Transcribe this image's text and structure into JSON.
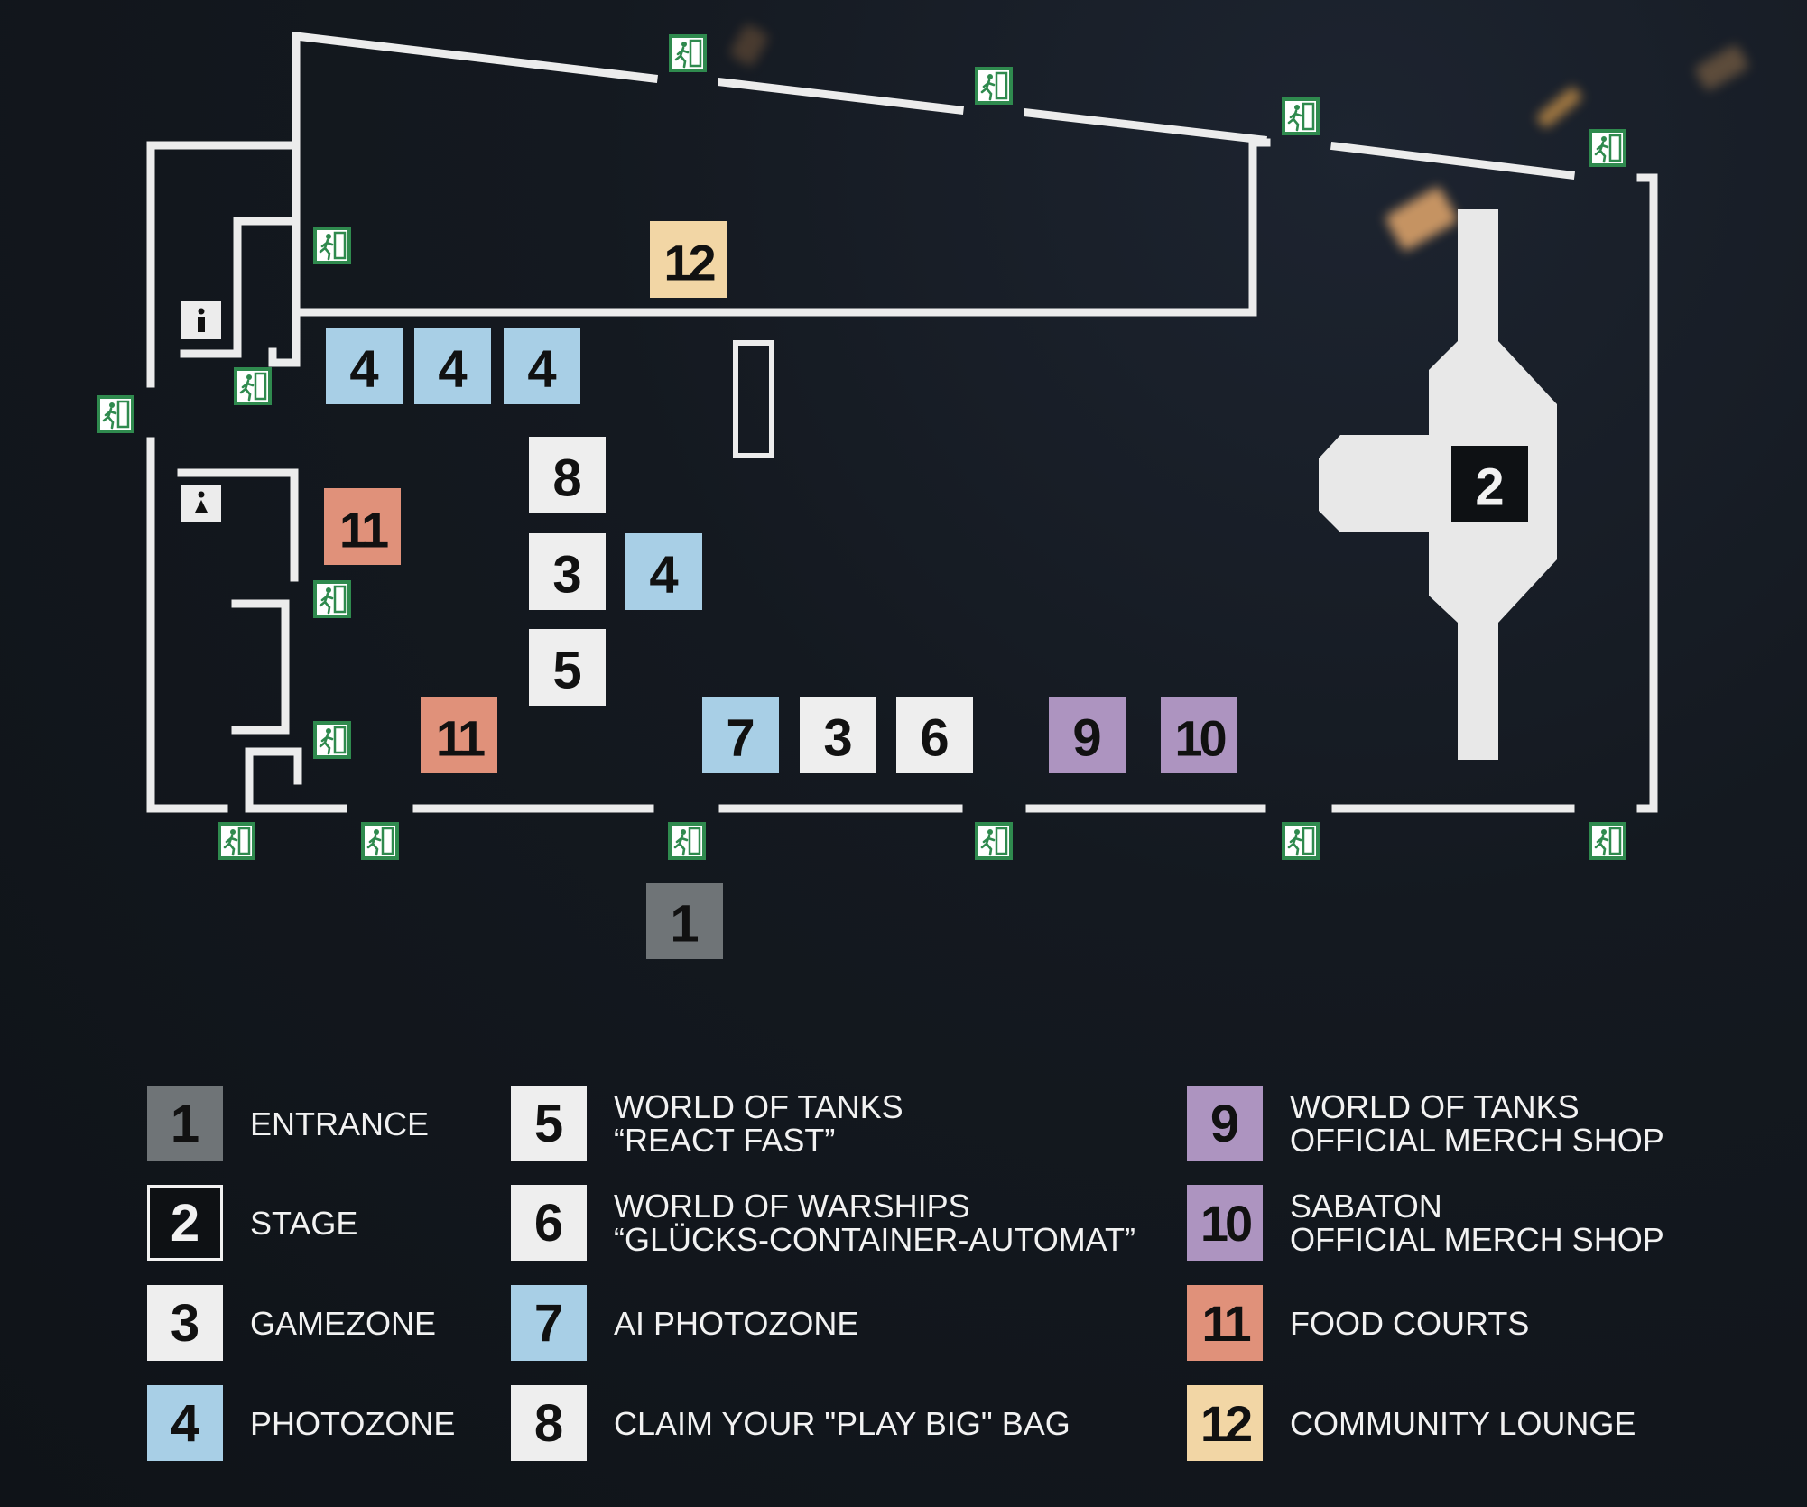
{
  "colors": {
    "gray": "#6f7477",
    "white": "#eeeeee",
    "blue": "#a8cfe6",
    "purple": "#ad94c0",
    "salmon": "#e0917a",
    "tan": "#f2d6a5",
    "black": "#0e1114",
    "exit_green": "#2f8a4e"
  },
  "map": {
    "zones": [
      {
        "id": "12",
        "color": "tan"
      },
      {
        "id": "4",
        "color": "blue"
      },
      {
        "id": "4",
        "color": "blue"
      },
      {
        "id": "4",
        "color": "blue"
      },
      {
        "id": "8",
        "color": "white"
      },
      {
        "id": "3",
        "color": "white"
      },
      {
        "id": "4",
        "color": "blue"
      },
      {
        "id": "5",
        "color": "white"
      },
      {
        "id": "11",
        "color": "salmon"
      },
      {
        "id": "11",
        "color": "salmon"
      },
      {
        "id": "7",
        "color": "blue"
      },
      {
        "id": "3",
        "color": "white"
      },
      {
        "id": "6",
        "color": "white"
      },
      {
        "id": "9",
        "color": "purple"
      },
      {
        "id": "10",
        "color": "purple"
      },
      {
        "id": "2",
        "color": "black"
      },
      {
        "id": "1",
        "color": "gray"
      }
    ],
    "restroom_icons": [
      "info-icon",
      "info-icon"
    ],
    "exit_icon": "emergency-exit-icon"
  },
  "legend": [
    {
      "id": "1",
      "color": "gray",
      "lines": [
        "ENTRANCE"
      ]
    },
    {
      "id": "2",
      "color": "black",
      "lines": [
        "STAGE"
      ]
    },
    {
      "id": "3",
      "color": "white",
      "lines": [
        "GAMEZONE"
      ]
    },
    {
      "id": "4",
      "color": "blue",
      "lines": [
        "PHOTOZONE"
      ]
    },
    {
      "id": "5",
      "color": "white",
      "lines": [
        "WORLD OF TANKS",
        "“REACT FAST”"
      ]
    },
    {
      "id": "6",
      "color": "white",
      "lines": [
        "WORLD OF WARSHIPS",
        "“GLÜCKS-CONTAINER-AUTOMAT”"
      ]
    },
    {
      "id": "7",
      "color": "blue",
      "lines": [
        "AI PHOTOZONE"
      ]
    },
    {
      "id": "8",
      "color": "white",
      "lines": [
        "CLAIM YOUR \"PLAY BIG\" BAG"
      ]
    },
    {
      "id": "9",
      "color": "purple",
      "lines": [
        "WORLD OF TANKS",
        "OFFICIAL MERCH SHOP"
      ]
    },
    {
      "id": "10",
      "color": "purple",
      "lines": [
        "SABATON",
        "OFFICIAL MERCH SHOP"
      ]
    },
    {
      "id": "11",
      "color": "salmon",
      "lines": [
        "FOOD COURTS"
      ]
    },
    {
      "id": "12",
      "color": "tan",
      "lines": [
        "COMMUNITY LOUNGE"
      ]
    }
  ]
}
